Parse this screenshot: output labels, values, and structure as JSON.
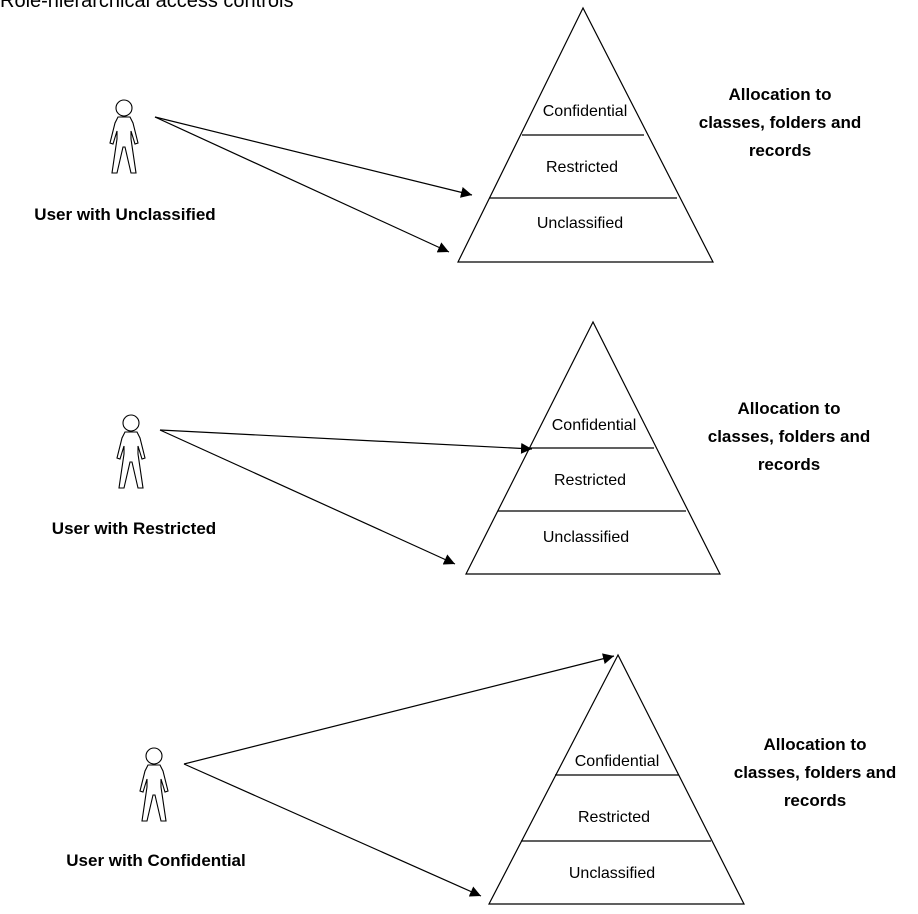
{
  "title": "Role-hierarchical access controls",
  "levels": [
    "Confidential",
    "Restricted",
    "Unclassified"
  ],
  "allocation_lines": [
    "Allocation to",
    "classes, folders and",
    "records"
  ],
  "scenarios": [
    {
      "user_label": "User with Unclassified",
      "access": [
        "Unclassified"
      ]
    },
    {
      "user_label": "User with Restricted",
      "access": [
        "Restricted",
        "Unclassified"
      ]
    },
    {
      "user_label": "User with Confidential",
      "access": [
        "Confidential",
        "Restricted",
        "Unclassified"
      ]
    }
  ]
}
